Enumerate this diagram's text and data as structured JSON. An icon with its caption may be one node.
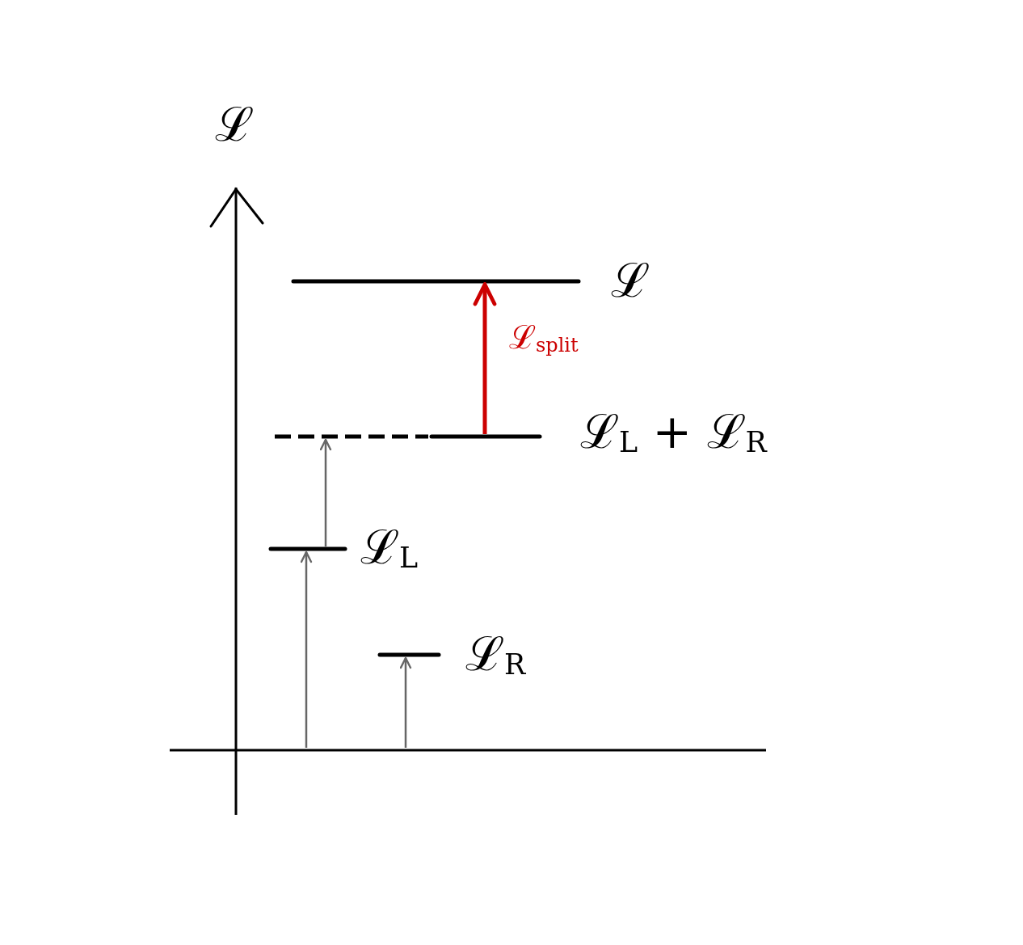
{
  "diagram": {
    "nodes": [
      {
        "text": [],
        "shape": "bar",
        "beside": [
          "ℒ"
        ]
      },
      {
        "text": [],
        "shape": "bar",
        "beside": [
          "ℒ$_{L}$ + ℒ$_{R}$"
        ]
      },
      {
        "text": [],
        "shape": "bar",
        "beside": [
          "ℒ$_{L}$"
        ]
      },
      {
        "text": [],
        "shape": "bar",
        "beside": [
          "ℒ$_{R}$"
        ]
      }
    ],
    "edges": [
      {
        "from": 1,
        "to": 0,
        "arrow": "to",
        "label": "ℒ$_{split}$",
        "style": "thick",
        "color": "#cc0000"
      },
      {
        "from": 2,
        "to": 1,
        "arrow": "to"
      },
      {
        "from": null,
        "to": 2,
        "arrow": "to"
      },
      {
        "from": null,
        "to": 3,
        "arrow": "to"
      }
    ],
    "labels": [
      "ℒ"
    ]
  }
}
